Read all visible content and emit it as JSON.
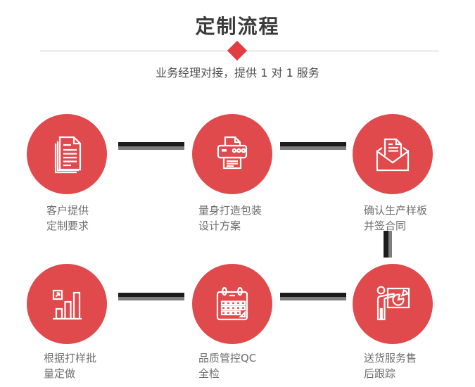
{
  "header": {
    "title": "定制流程",
    "subtitle": "业务经理对接，提供 1 对 1 服务"
  },
  "colors": {
    "circle_red": "#e04a4c",
    "accent_red": "#e23e41",
    "connector_dark": "#1c1c1c",
    "connector_gray": "#7d7d7d",
    "divider": "#cccccc",
    "title_text": "#3b3b3b",
    "subtitle_text": "#4f4f4f",
    "caption_text": "#6e6e6e"
  },
  "steps": [
    {
      "icon": "documents-icon",
      "line1": "客户提供",
      "line2": "定制要求"
    },
    {
      "icon": "printer-icon",
      "line1": "量身打造包装",
      "line2": "设计方案"
    },
    {
      "icon": "envelope-icon",
      "line1": "确认生产样板",
      "line2": "并签合同"
    },
    {
      "icon": "bar-chart-icon",
      "line1": "根据打样批",
      "line2": "量定做"
    },
    {
      "icon": "calendar-icon",
      "line1": "品质管控QC",
      "line2": "全检"
    },
    {
      "icon": "presentation-icon",
      "line1": "送货服务售",
      "line2": "后跟踪"
    }
  ]
}
